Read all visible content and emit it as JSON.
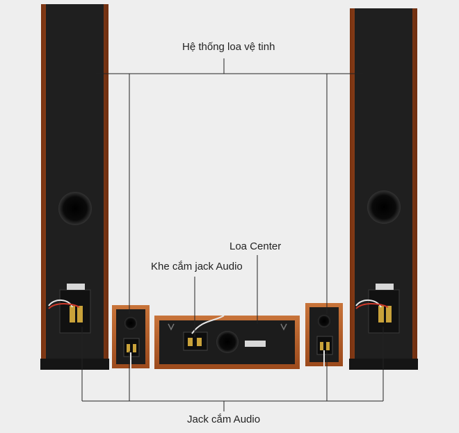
{
  "labels": {
    "satellite_system": "Hệ thống loa vệ tinh",
    "center_speaker": "Loa Center",
    "audio_jack_slot": "Khe cắm jack Audio",
    "audio_jack": "Jack cắm Audio"
  },
  "colors": {
    "background": "#eeeeee",
    "wood": "#a0522d",
    "cabinet_black": "#1e1e1e",
    "callout_line": "#222222"
  }
}
